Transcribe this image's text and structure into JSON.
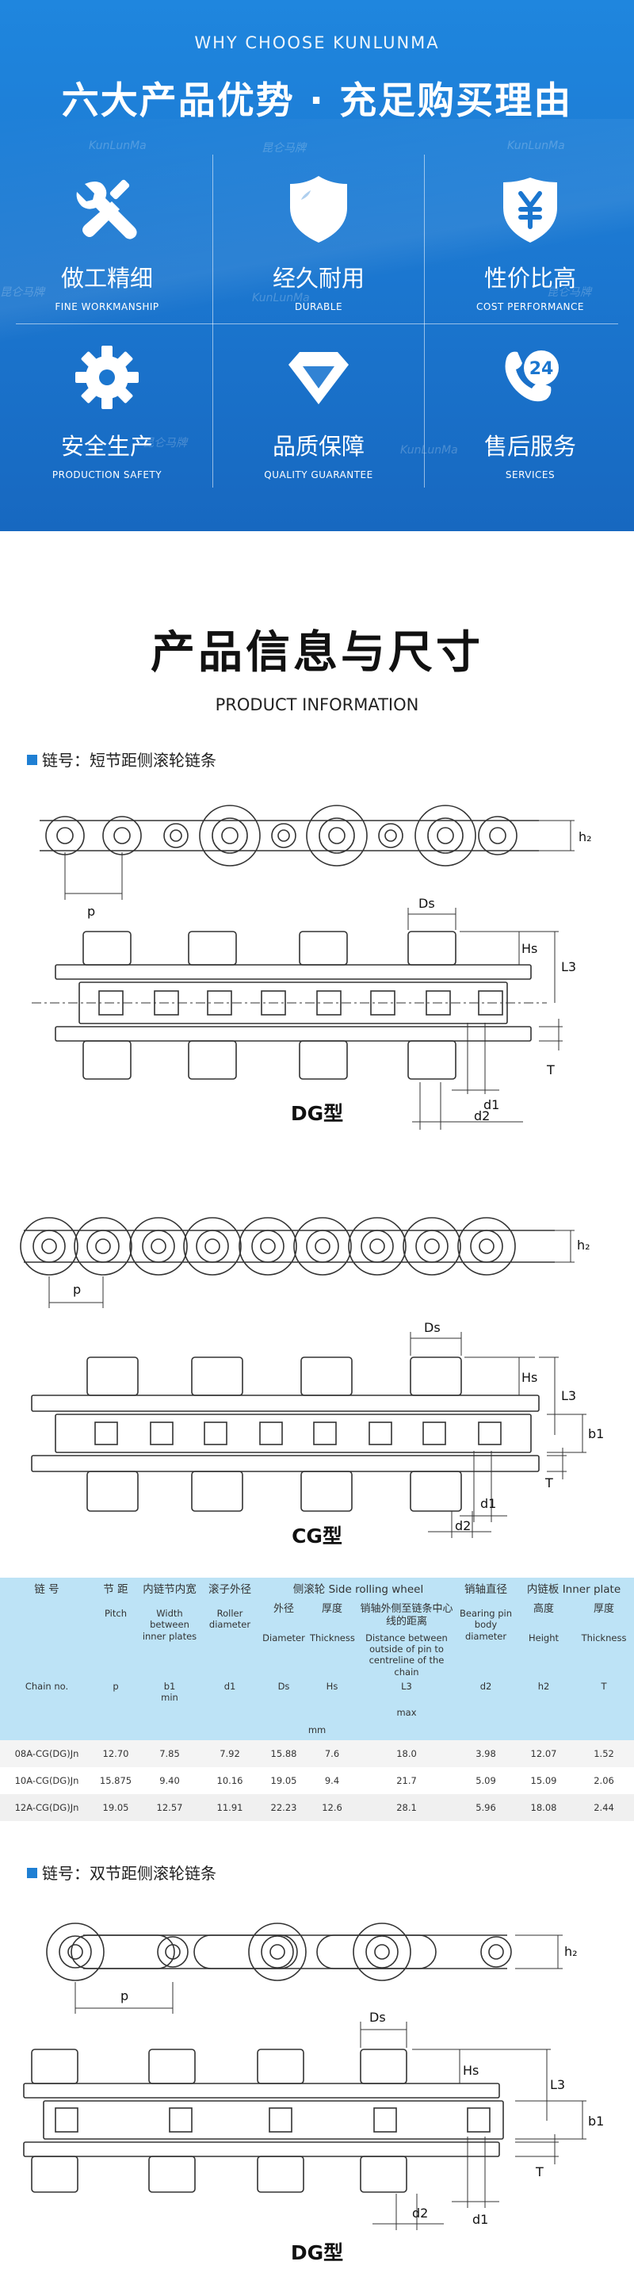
{
  "hero": {
    "subtitle": "WHY CHOOSE KUNLUNMA",
    "title": "六大产品优势 · 充足购买理由",
    "watermark_en": "KunLunMa",
    "watermark_zh": "昆仑马牌",
    "features": [
      {
        "icon": "tools-icon",
        "zh": "做工精细",
        "en": "FINE WORKMANSHIP"
      },
      {
        "icon": "shield-icon",
        "zh": "经久耐用",
        "en": "DURABLE"
      },
      {
        "icon": "yen-icon",
        "zh": "性价比高",
        "en": "COST PERFORMANCE"
      },
      {
        "icon": "gear-icon",
        "zh": "安全生产",
        "en": "PRODUCTION SAFETY"
      },
      {
        "icon": "diamond-icon",
        "zh": "品质保障",
        "en": "QUALITY GUARANTEE"
      },
      {
        "icon": "phone-24-icon",
        "zh": "售后服务",
        "en": "SERVICES"
      }
    ]
  },
  "product": {
    "title": "产品信息与尺寸",
    "subtitle": "PRODUCT INFORMATION",
    "chain1_label": "链号：短节距侧滚轮链条",
    "chain2_label": "链号：双节距侧滚轮链条",
    "cap_dg": "DG型",
    "cap_cg": "CG型",
    "cap_dg2": "DG型",
    "dim": {
      "p": "p",
      "h2": "h₂",
      "Ds": "Ds",
      "Hs": "Hs",
      "L3": "L3",
      "T": "T",
      "d1": "d1",
      "d2": "d2",
      "b1": "b1"
    }
  },
  "table": {
    "head1": [
      "链 号",
      "节 距",
      "内链节内宽",
      "滚子外径",
      "侧滚轮 Side rolling wheel",
      "销轴直径",
      "内链板 Inner plate"
    ],
    "sub_zh": [
      "外径",
      "厚度",
      "销轴外侧至链条中心线的距离",
      "高度",
      "厚度"
    ],
    "sub_en": [
      "Diameter",
      "Thickness",
      "Distance between outside of pin to centreline of the chain",
      "Height",
      "Thickness"
    ],
    "col_en": [
      "Pitch",
      "Width between inner plates",
      "Roller diameter",
      "Bearing pin body diameter"
    ],
    "codes": [
      "Chain no.",
      "p",
      "b1",
      "d1",
      "Ds",
      "Hs",
      "L3",
      "d2",
      "h2",
      "T"
    ],
    "min": "min",
    "max": "max",
    "unit": "mm",
    "rows": [
      [
        "08A-CG(DG)Jn",
        "12.70",
        "7.85",
        "7.92",
        "15.88",
        "7.6",
        "18.0",
        "3.98",
        "12.07",
        "1.52"
      ],
      [
        "10A-CG(DG)Jn",
        "15.875",
        "9.40",
        "10.16",
        "19.05",
        "9.4",
        "21.7",
        "5.09",
        "15.09",
        "2.06"
      ],
      [
        "12A-CG(DG)Jn",
        "19.05",
        "12.57",
        "11.91",
        "22.23",
        "12.6",
        "28.1",
        "5.96",
        "18.08",
        "2.44"
      ]
    ]
  },
  "colors": {
    "hero_blue": "#1b76cf",
    "table_header": "#bde3f6",
    "accent": "#1f7fd3"
  }
}
